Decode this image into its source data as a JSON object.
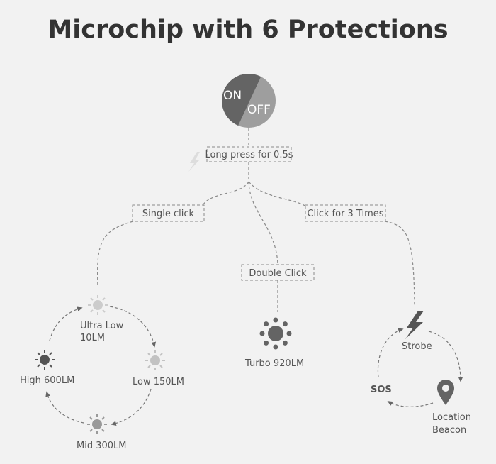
{
  "title": "Microchip with 6 Protections",
  "switch": {
    "on": "ON",
    "off": "OFF"
  },
  "actions": {
    "long_press": "Long press for 0.5s",
    "single": "Single click",
    "double": "Double Click",
    "triple": "Click for 3 Times"
  },
  "modes": {
    "ultra_low": [
      "Ultra Low",
      "10LM"
    ],
    "low": "Low 150LM",
    "mid": "Mid 300LM",
    "high": "High 600LM",
    "turbo": "Turbo 920LM",
    "strobe": "Strobe",
    "sos": "SOS",
    "beacon": [
      "Location",
      "Beacon"
    ]
  },
  "colors": {
    "background": "#f2f2f2",
    "dark": "#646464",
    "light": "#9e9e9e",
    "line": "#8a8a8a"
  },
  "icons": [
    "lightning-icon",
    "sun-icon",
    "location-pin-icon"
  ]
}
